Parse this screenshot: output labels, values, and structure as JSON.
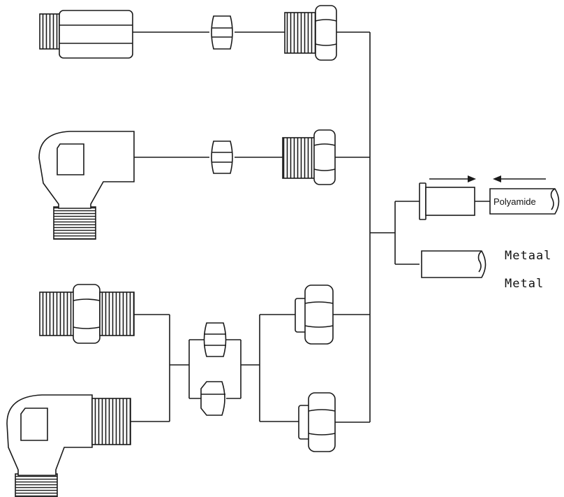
{
  "labels": {
    "polyamide": "Polyamide",
    "metaal": "Metaal",
    "metal": "Metal"
  },
  "colors": {
    "stroke": "#1a1a1a",
    "background": "#ffffff"
  }
}
